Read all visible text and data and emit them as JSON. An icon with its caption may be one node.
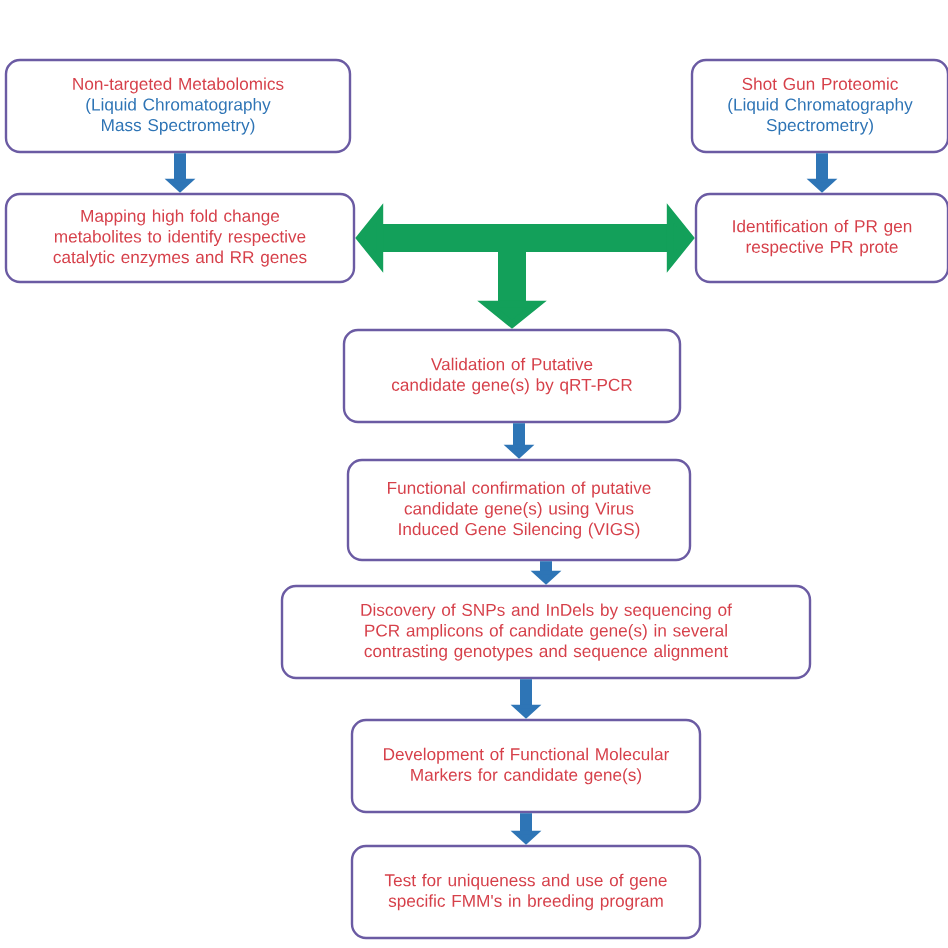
{
  "diagram": {
    "nodes": [
      {
        "text": [
          "Non-targeted Metabolomics",
          "(Liquid Chromatography Mass Spectrometry)"
        ]
      },
      {
        "text": [
          "Mapping high fold change metabolites to identify respective catalytic enzymes and RR genes"
        ]
      },
      {
        "text": [
          "Shot Gun Proteomic",
          "(Liquid Chromatography Spectrometry)"
        ]
      },
      {
        "text": [
          "Identification of PR gen respective PR prote"
        ]
      },
      {
        "text": [
          "Validation of Putative candidate gene(s) by qRT-PCR"
        ]
      },
      {
        "text": [
          "Functional confirmation of putative candidate gene(s) using Virus Induced Gene Silencing (VIGS)"
        ]
      },
      {
        "text": [
          "Discovery of SNPs and InDels by sequencing of PCR amplicons of candidate gene(s) in several contrasting genotypes and sequence alignment"
        ]
      },
      {
        "text": [
          "Development of Functional Molecular Markers for candidate gene(s)"
        ]
      },
      {
        "text": [
          "Test for uniqueness and use of gene specific FMM's in breeding program"
        ]
      }
    ],
    "edges": [
      {
        "from": 0,
        "to": 1,
        "arrow": "to"
      },
      {
        "from": 2,
        "to": 3,
        "arrow": "to"
      },
      {
        "from": 1,
        "to": 3,
        "arrow": "both",
        "style": "thick",
        "color": "#13a05a"
      },
      {
        "from": null,
        "to": 4,
        "arrow": "to",
        "style": "thick",
        "color": "#13a05a"
      },
      {
        "from": 4,
        "to": 5,
        "arrow": "to"
      },
      {
        "from": 5,
        "to": 6,
        "arrow": "to"
      },
      {
        "from": 6,
        "to": 7,
        "arrow": "to"
      },
      {
        "from": 7,
        "to": 8,
        "arrow": "to"
      }
    ]
  }
}
